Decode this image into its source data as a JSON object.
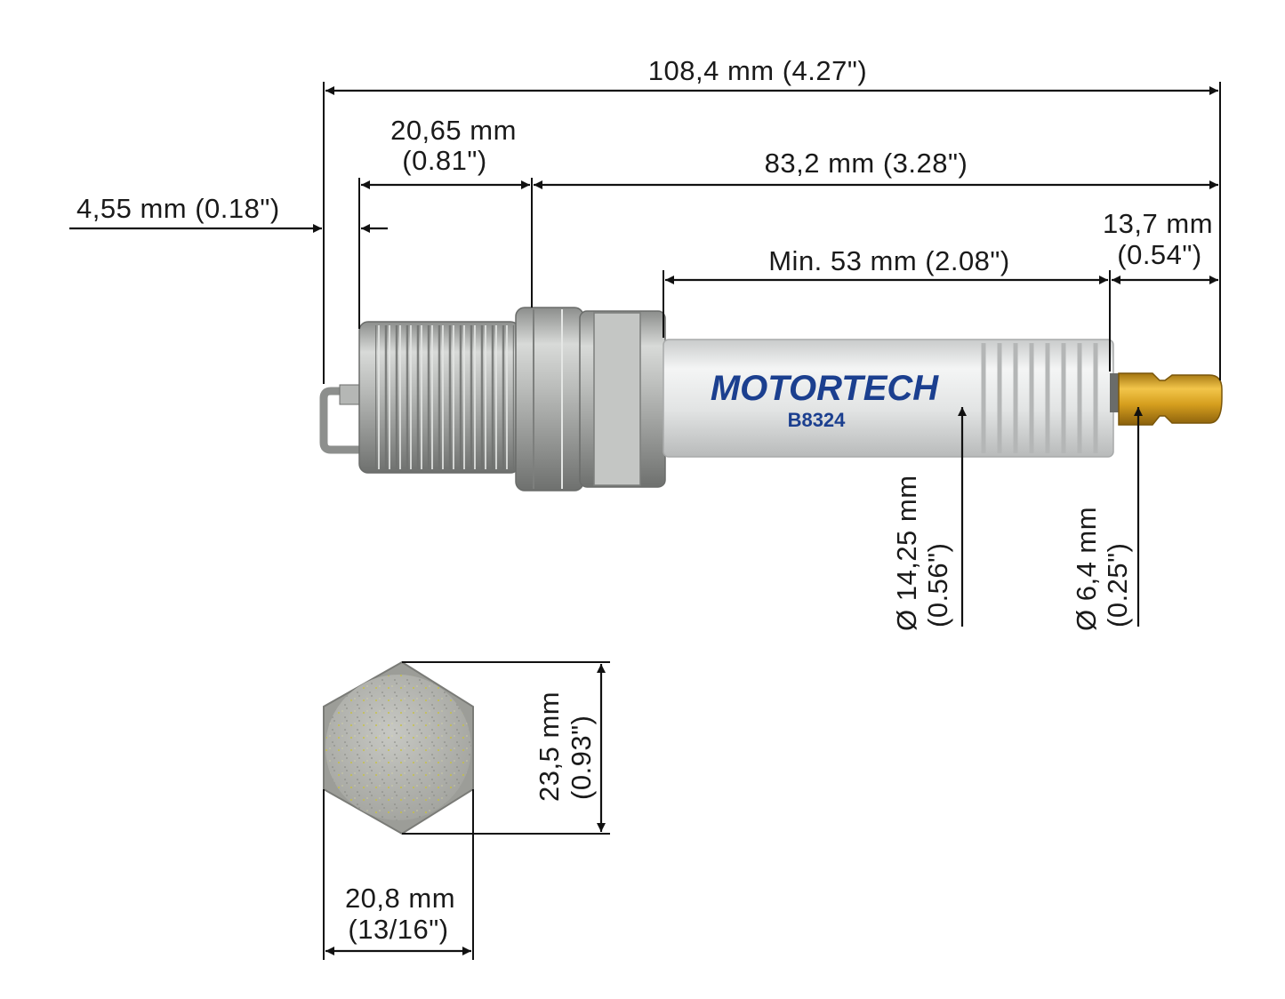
{
  "brand": {
    "name": "MOTORTECH",
    "model": "B8324",
    "color": "#1b3f8f"
  },
  "dimensions": {
    "overall_length": "108,4 mm (4.27\")",
    "gap": "4,55 mm (0.18\")",
    "thread_reach": {
      "metric": "20,65 mm",
      "imperial": "(0.81\")"
    },
    "seat_to_tip": "83,2 mm (3.28\")",
    "insulator_min": "Min. 53 mm (2.08\")",
    "terminal_length": {
      "metric": "13,7 mm",
      "imperial": "(0.54\")"
    },
    "insulator_diameter": {
      "metric": "Ø 14,25 mm",
      "imperial": "(0.56\")"
    },
    "terminal_diameter": {
      "metric": "Ø 6,4 mm",
      "imperial": "(0.25\")"
    },
    "hex_across_corners": {
      "metric": "23,5 mm",
      "imperial": "(0.93\")"
    },
    "hex_across_flats": {
      "metric": "20,8 mm",
      "imperial": "(13/16\")"
    }
  },
  "colors": {
    "steel": "#a9aba8",
    "ceramic": "#e9ebea",
    "brass": "#d9a521",
    "lines": "#111111"
  }
}
